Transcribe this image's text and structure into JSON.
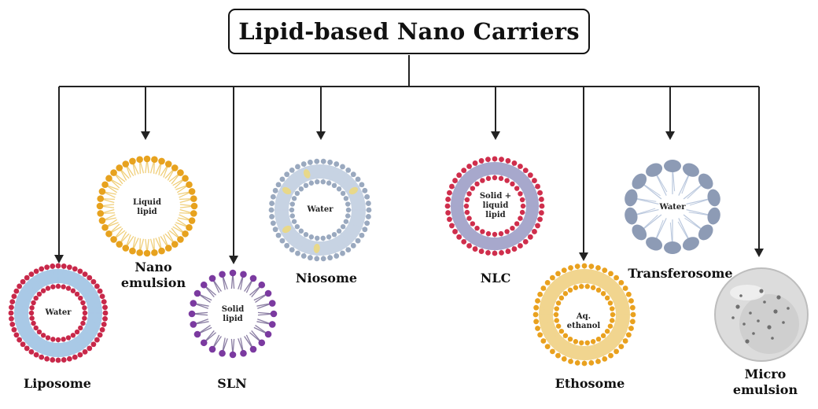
{
  "title": "Lipid-based Nano Carriers",
  "colors": {
    "line": "#222222",
    "liposome_head": "#c8284a",
    "liposome_tail": "#a9c9e6",
    "nanoemulsion_head": "#e7a21e",
    "niosome_head": "#9aa9bf",
    "sln_head": "#7b3aa0",
    "nlc_head": "#cf2e4c",
    "ethosome_head": "#e9a11f",
    "transferosome_head": "#8d9bb5",
    "microemulsion_fill": "#dcdcdc"
  },
  "carriers": [
    {
      "id": "liposome",
      "label": "Liposome",
      "inner": "Water"
    },
    {
      "id": "nanoemulsion",
      "label": "Nano\nemulsion",
      "inner": "Liquid\nlipid"
    },
    {
      "id": "sln",
      "label": "SLN",
      "inner": "Solid\nlipid"
    },
    {
      "id": "niosome",
      "label": "Niosome",
      "inner": "Water"
    },
    {
      "id": "nlc",
      "label": "NLC",
      "inner": "Solid +\nliquid\nlipid"
    },
    {
      "id": "ethosome",
      "label": "Ethosome",
      "inner": "Aq.\nethanol"
    },
    {
      "id": "transferosome",
      "label": "Transferosome",
      "inner": "Water"
    },
    {
      "id": "microemulsion",
      "label": "Micro\nemulsion",
      "inner": ""
    }
  ]
}
